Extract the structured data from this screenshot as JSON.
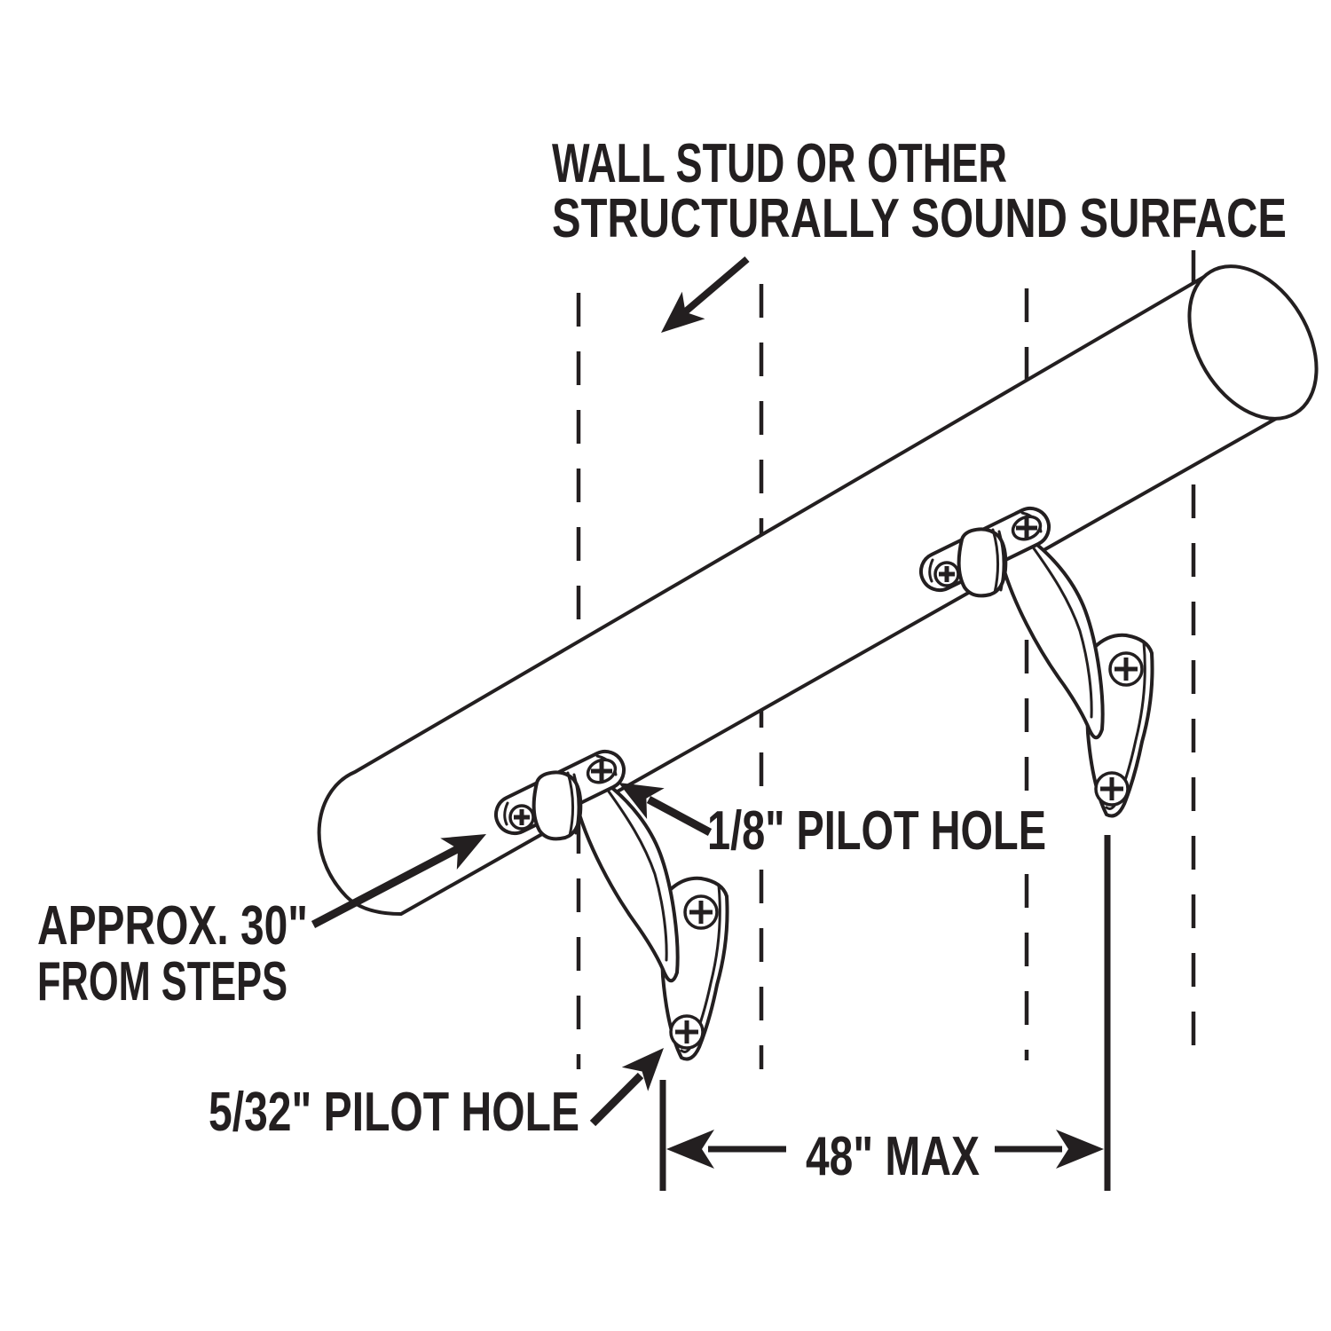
{
  "diagram": {
    "title_lines": [
      "WALL STUD OR OTHER",
      "STRUCTURALLY SOUND SURFACE"
    ],
    "labels": {
      "distance_from_steps_line1": "APPROX. 30\"",
      "distance_from_steps_line2": "FROM STEPS",
      "small_pilot_hole": "1/8\" PILOT HOLE",
      "large_pilot_hole": "5/32\" PILOT HOLE",
      "max_bracket_spacing": "48\" MAX"
    },
    "colors": {
      "ink": "#231f20",
      "background": "#ffffff"
    },
    "stud_line_count": 4,
    "bracket_count": 2
  }
}
